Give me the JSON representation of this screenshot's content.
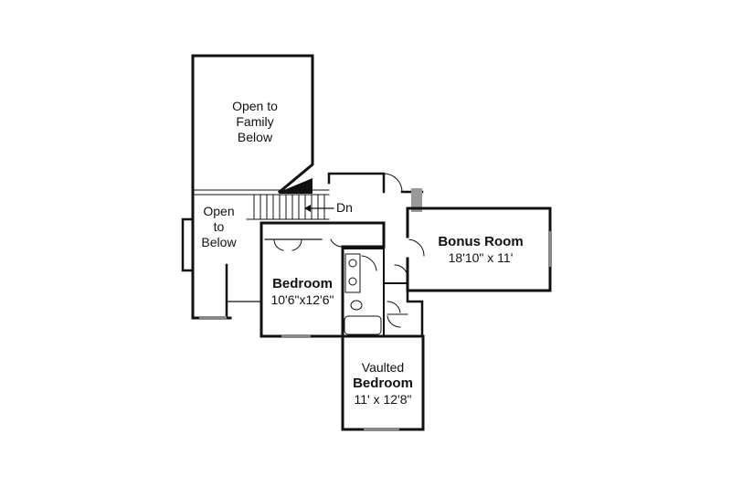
{
  "rooms": {
    "open_family": {
      "lines": [
        "Open to",
        "Family",
        "Below"
      ]
    },
    "open_below": {
      "lines": [
        "Open",
        "to",
        "Below"
      ]
    },
    "stairs": {
      "label": "Dn"
    },
    "bonus_room": {
      "name": "Bonus Room",
      "dimensions": "18'10\" x 11'"
    },
    "bedroom": {
      "name": "Bedroom",
      "dimensions": "10'6\"x12'6\""
    },
    "vaulted_bedroom": {
      "prefix": "Vaulted",
      "name": "Bedroom",
      "dimensions": "11' x 12'8\""
    }
  }
}
